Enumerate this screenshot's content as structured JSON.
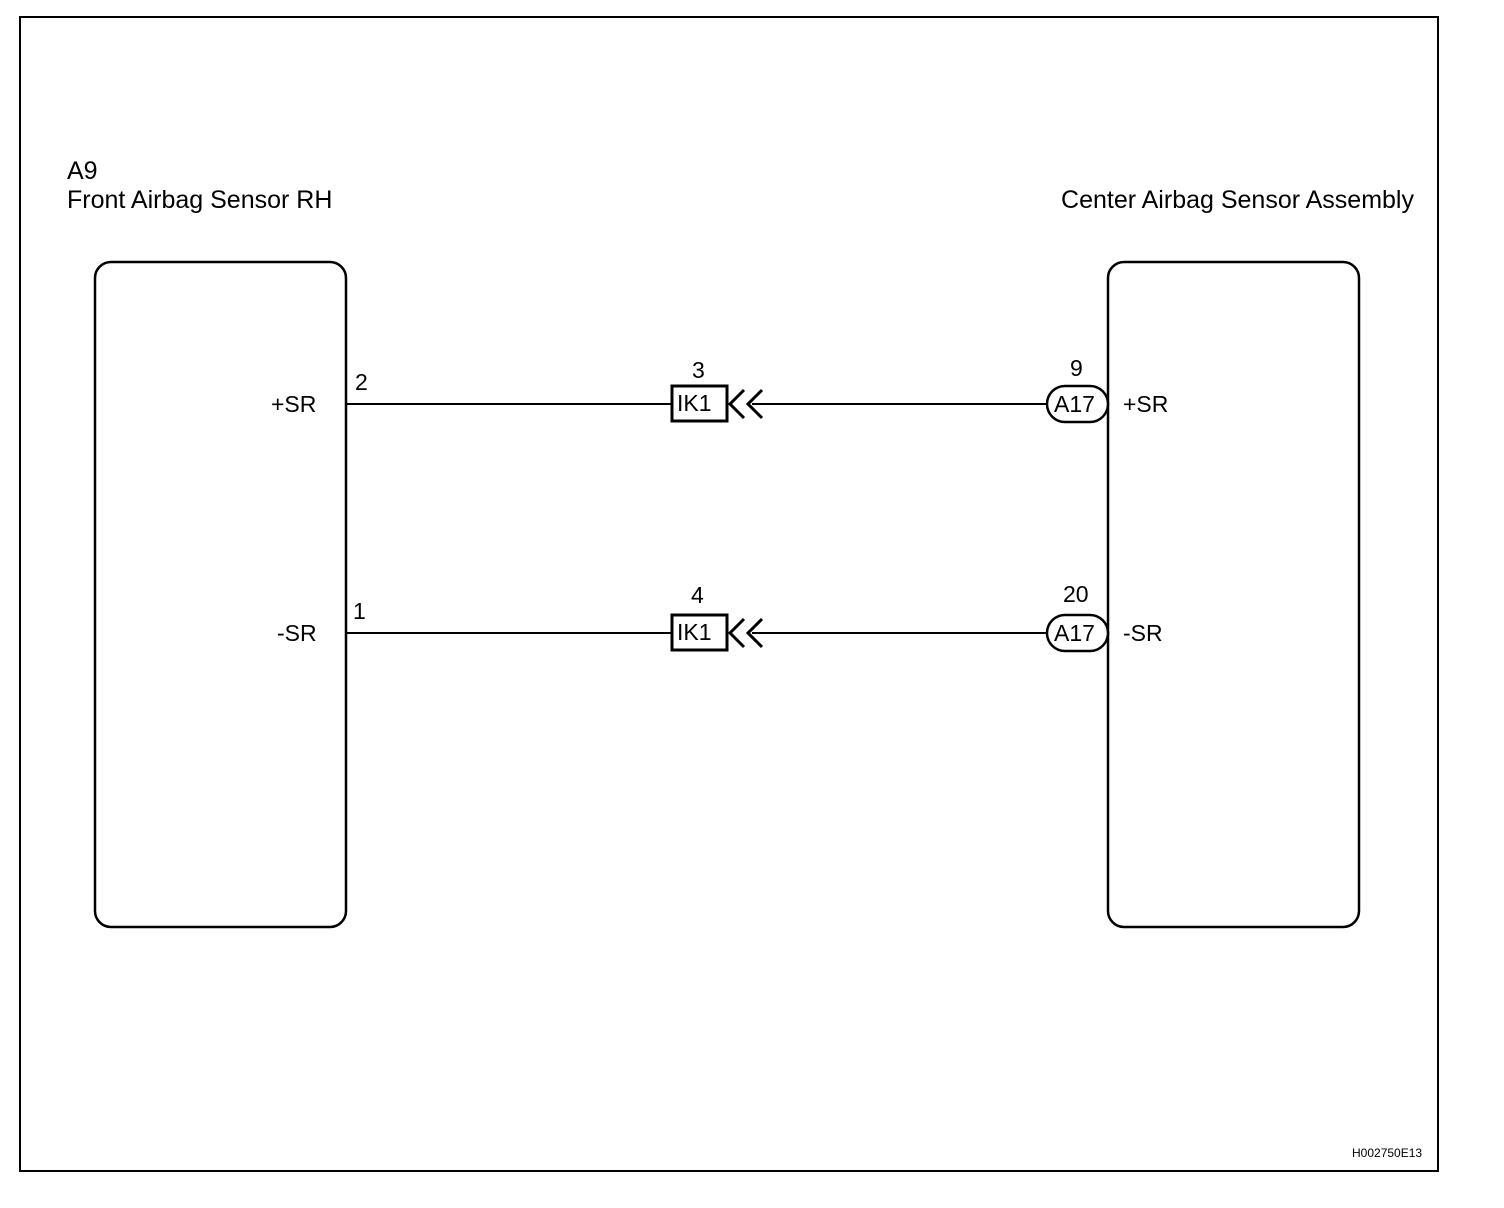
{
  "left_component": {
    "code": "A9",
    "name": "Front Airbag Sensor RH",
    "terminals": [
      {
        "pin": "2",
        "label": "+SR"
      },
      {
        "pin": "1",
        "label": "-SR"
      }
    ]
  },
  "right_component": {
    "name": "Center Airbag Sensor Assembly",
    "connector": "A17",
    "terminals": [
      {
        "pin": "9",
        "label": "+SR"
      },
      {
        "pin": "20",
        "label": "-SR"
      }
    ]
  },
  "junction": {
    "connector": "IK1",
    "pins": [
      "3",
      "4"
    ]
  },
  "figure_code": "H002750E13"
}
